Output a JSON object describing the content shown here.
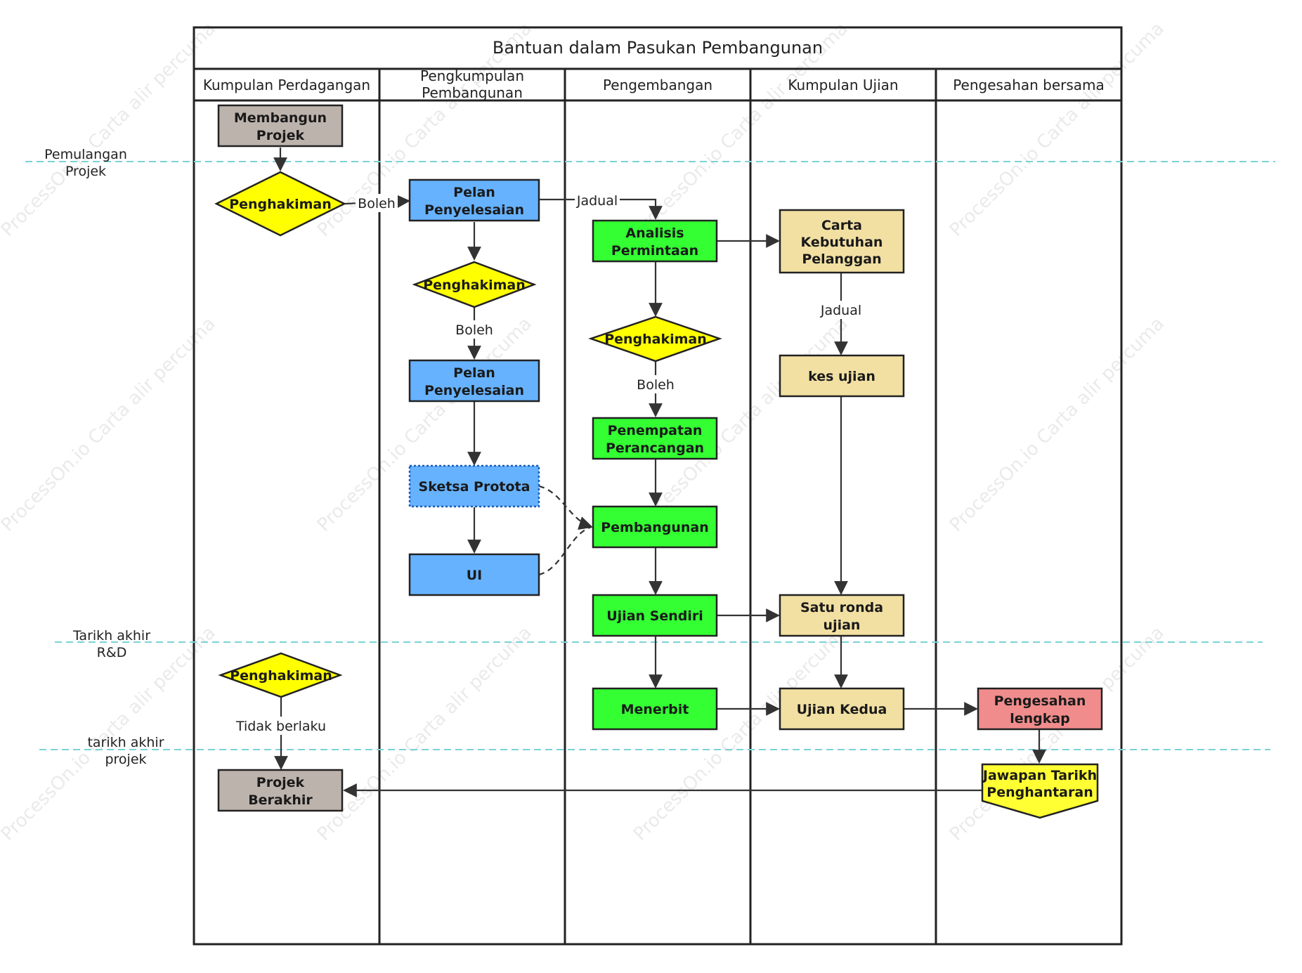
{
  "diagram": {
    "title": "Bantuan dalam Pasukan Pembangunan",
    "lanes": [
      [
        "Kumpulan Perdagangan"
      ],
      [
        "Pengkumpulan",
        "Pembangunan"
      ],
      [
        "Pengembangan"
      ],
      [
        "Kumpulan Ujian"
      ],
      [
        "Pengesahan bersama"
      ]
    ],
    "milestones": [
      [
        "Pemulangan",
        "Projek"
      ],
      [
        "Tarikh akhir",
        "R&D"
      ],
      [
        "tarikh akhir",
        "projek"
      ]
    ],
    "nodes": {
      "start": [
        "Membangun",
        "Projek"
      ],
      "judge1": [
        "Penghakiman"
      ],
      "plan1": [
        "Pelan",
        "Penyelesaian"
      ],
      "judge2": [
        "Penghakiman"
      ],
      "plan2": [
        "Pelan",
        "Penyelesaian"
      ],
      "sketch": [
        "Sketsa Protota"
      ],
      "ui": [
        "UI"
      ],
      "analysis": [
        "Analisis",
        "Permintaan"
      ],
      "judge3": [
        "Penghakiman"
      ],
      "design": [
        "Penempatan",
        "Perancangan"
      ],
      "build": [
        "Pembangunan"
      ],
      "selftest": [
        "Ujian Sendiri"
      ],
      "publish": [
        "Menerbit"
      ],
      "chart": [
        "Carta",
        "Kebutuhan",
        "Pelanggan"
      ],
      "testcase": [
        "kes ujian"
      ],
      "round1": [
        "Satu ronda",
        "ujian"
      ],
      "round2": [
        "Ujian Kedua"
      ],
      "verify": [
        "Pengesahan",
        "lengkap"
      ],
      "delivery": [
        "Jawapan Tarikh",
        "Penghantaran"
      ],
      "judge4": [
        "Penghakiman"
      ],
      "end": [
        "Projek",
        "Berakhir"
      ]
    },
    "edge_labels": {
      "judge1_plan1": "Boleh",
      "plan1_analysis": "Jadual",
      "judge2_plan2": "Boleh",
      "judge3_design": "Boleh",
      "chart_testcase": "Jadual",
      "judge4_end": "Tidak berlaku"
    },
    "watermark": "ProcessOn.io Carta alir percuma",
    "colors": {
      "gray": "#bdb3ad",
      "yellow": "#ffff00",
      "blue": "#66b2ff",
      "green": "#33ff33",
      "tan": "#f2e0a3",
      "pink": "#f08c8c",
      "milestone_line": "#7ad3d6",
      "border": "#222222"
    }
  }
}
